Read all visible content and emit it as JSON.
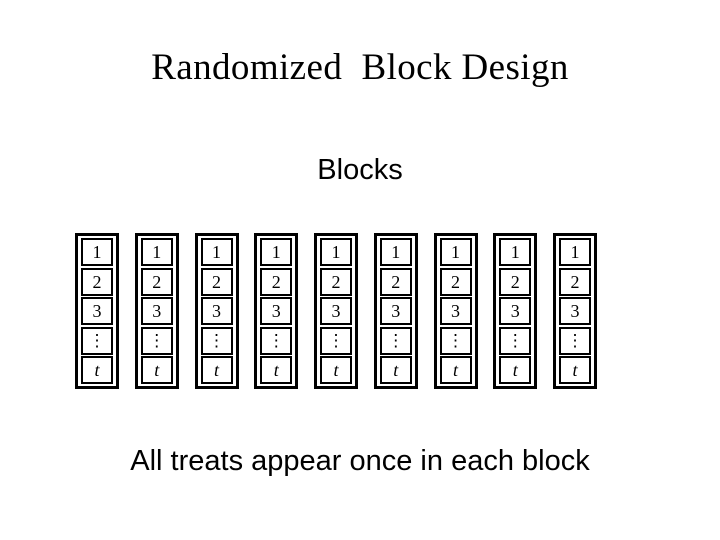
{
  "slide": {
    "title": "Randomized  Block Design",
    "subtitle": "Blocks",
    "caption": "All treats appear once in each block",
    "background_color": "#ffffff",
    "ink_color": "#000000"
  },
  "diagram": {
    "type": "randomized-block-design",
    "block_count": 9,
    "cells_per_block": 5,
    "cell_labels": [
      "1",
      "2",
      "3",
      "⋮",
      "t"
    ],
    "blocks": [
      {
        "index": 1,
        "cells": [
          "1",
          "2",
          "3",
          "⋮",
          "t"
        ]
      },
      {
        "index": 2,
        "cells": [
          "1",
          "2",
          "3",
          "⋮",
          "t"
        ]
      },
      {
        "index": 3,
        "cells": [
          "1",
          "2",
          "3",
          "⋮",
          "t"
        ]
      },
      {
        "index": 4,
        "cells": [
          "1",
          "2",
          "3",
          "⋮",
          "t"
        ]
      },
      {
        "index": 5,
        "cells": [
          "1",
          "2",
          "3",
          "⋮",
          "t"
        ]
      },
      {
        "index": 6,
        "cells": [
          "1",
          "2",
          "3",
          "⋮",
          "t"
        ]
      },
      {
        "index": 7,
        "cells": [
          "1",
          "2",
          "3",
          "⋮",
          "t"
        ]
      },
      {
        "index": 8,
        "cells": [
          "1",
          "2",
          "3",
          "⋮",
          "t"
        ]
      },
      {
        "index": 9,
        "cells": [
          "1",
          "2",
          "3",
          "⋮",
          "t"
        ]
      }
    ]
  }
}
